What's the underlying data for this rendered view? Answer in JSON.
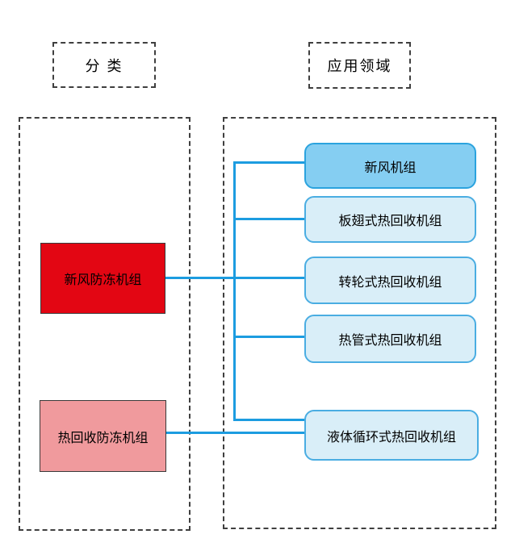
{
  "diagram": {
    "title_headers": [
      {
        "label": "分 类"
      },
      {
        "label": "应用领域"
      }
    ],
    "categories": [
      {
        "label": "新风防冻机组",
        "fill": "#e30613"
      },
      {
        "label": "热回收防冻机组",
        "fill": "#f09a9d"
      }
    ],
    "applications": [
      {
        "label": "新风机组",
        "fill": "#85cef2",
        "border": "#2ba3de"
      },
      {
        "label": "板翅式热回收机组",
        "fill": "#d9eef8",
        "border": "#4aade2"
      },
      {
        "label": "转轮式热回收机组",
        "fill": "#d9eef8",
        "border": "#4aade2"
      },
      {
        "label": "热管式热回收机组",
        "fill": "#d9eef8",
        "border": "#4aade2"
      },
      {
        "label": "液体循环式热回收机组",
        "fill": "#d9eef8",
        "border": "#4aade2"
      }
    ],
    "edges": [
      {
        "from": "新风防冻机组",
        "to": [
          "新风机组",
          "板翅式热回收机组",
          "转轮式热回收机组",
          "热管式热回收机组",
          "液体循环式热回收机组"
        ]
      },
      {
        "from": "热回收防冻机组",
        "to": [
          "液体循环式热回收机组"
        ]
      }
    ],
    "colors": {
      "connector": "#1c9ce0",
      "dashed_border": "#3f3f3f",
      "background": "#ffffff",
      "text": "#000000"
    }
  }
}
